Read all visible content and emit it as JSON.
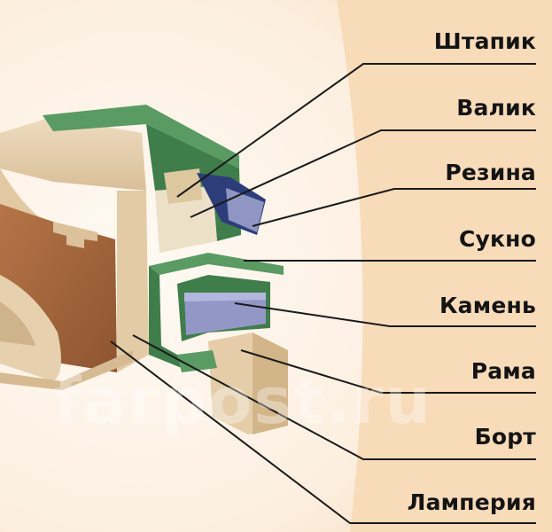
{
  "labels": [
    {
      "key": "shtapik",
      "text": "Штапик"
    },
    {
      "key": "valik",
      "text": "Валик"
    },
    {
      "key": "rezina",
      "text": "Резина"
    },
    {
      "key": "sukno",
      "text": "Сукно"
    },
    {
      "key": "kamen",
      "text": "Камень"
    },
    {
      "key": "rama",
      "text": "Рама"
    },
    {
      "key": "bort",
      "text": "Борт"
    },
    {
      "key": "lamperiya",
      "text": "Ламперия"
    }
  ],
  "watermark": "farpost.ru",
  "colors": {
    "background_band": "#f8dbb9",
    "background_light": "#fdf3e8",
    "wood_light": "#e9d3b3",
    "wood_dark": "#a66a3e",
    "green": "#4a8a55",
    "slate": "#8b8fb8",
    "rubber": "#2c3d7a",
    "leader_line": "#1a1a1a"
  }
}
